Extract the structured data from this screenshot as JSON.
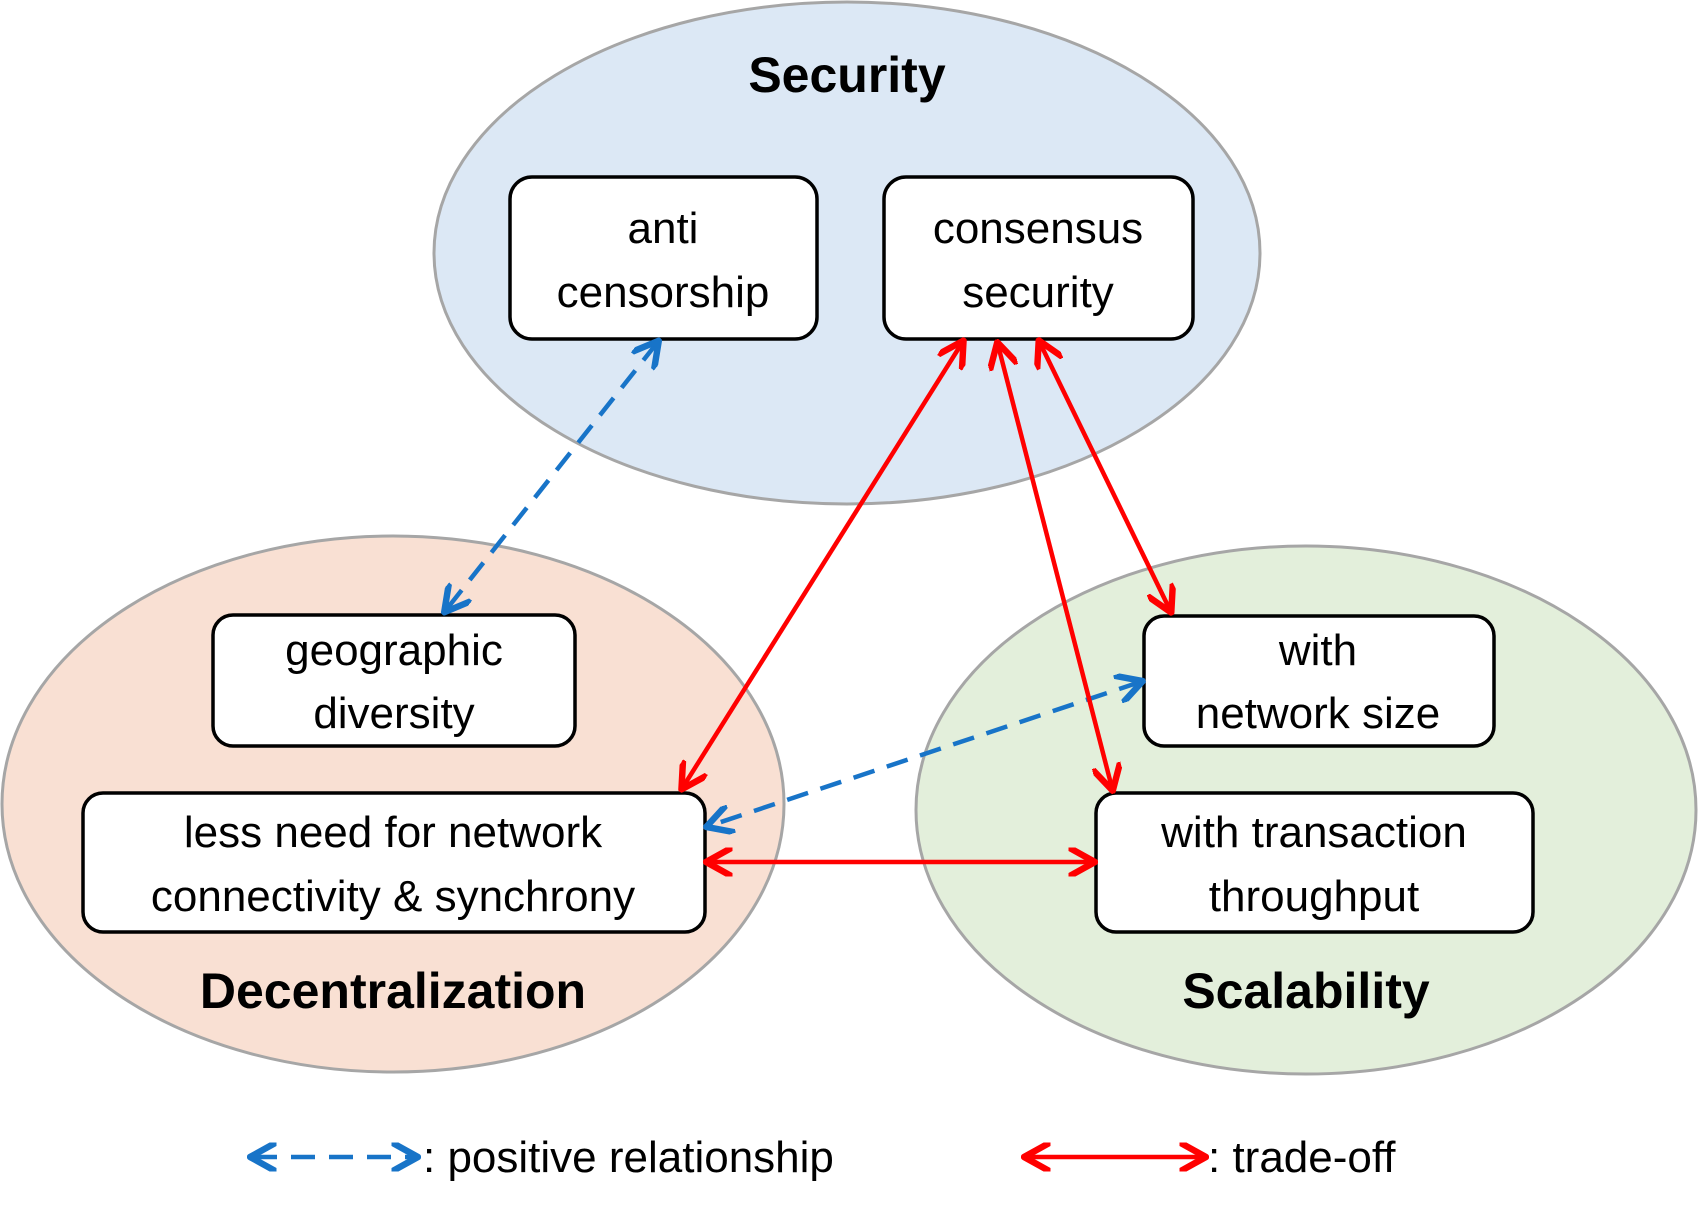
{
  "colors": {
    "security_fill": "#dce8f5",
    "decentralization_fill": "#f9e0d3",
    "scalability_fill": "#e3efdb",
    "ellipse_stroke": "#a6a6a6",
    "positive_color": "#1874c8",
    "tradeoff_color": "#ff0000"
  },
  "groups": {
    "security": {
      "title": "Security"
    },
    "decentralization": {
      "title": "Decentralization"
    },
    "scalability": {
      "title": "Scalability"
    }
  },
  "boxes": {
    "anti_censorship": {
      "line1": "anti",
      "line2": "censorship"
    },
    "consensus_security": {
      "line1": "consensus",
      "line2": "security"
    },
    "geographic_diversity": {
      "line1": "geographic",
      "line2": "diversity"
    },
    "network_connectivity": {
      "line1": "less need for network",
      "line2": "connectivity & synchrony"
    },
    "network_size": {
      "line1": "with",
      "line2": "network size"
    },
    "transaction_throughput": {
      "line1": "with transaction",
      "line2": "throughput"
    }
  },
  "relationships": [
    {
      "from": "anti_censorship",
      "to": "geographic_diversity",
      "kind": "positive"
    },
    {
      "from": "network_size",
      "to": "network_connectivity",
      "kind": "positive"
    },
    {
      "from": "consensus_security",
      "to": "network_connectivity",
      "kind": "tradeoff"
    },
    {
      "from": "consensus_security",
      "to": "transaction_throughput",
      "kind": "tradeoff"
    },
    {
      "from": "consensus_security",
      "to": "network_size",
      "kind": "tradeoff"
    },
    {
      "from": "network_connectivity",
      "to": "transaction_throughput",
      "kind": "tradeoff"
    }
  ],
  "legend": {
    "positive_label": ": positive relationship",
    "tradeoff_label": ": trade-off"
  }
}
